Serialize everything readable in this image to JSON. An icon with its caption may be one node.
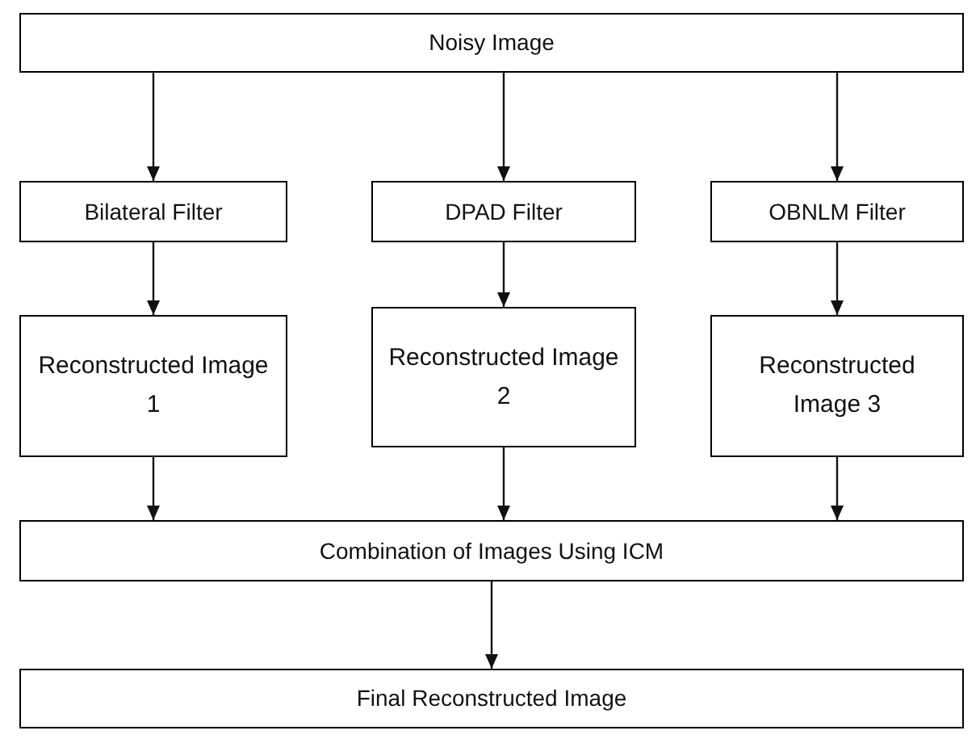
{
  "diagram": {
    "nodes": [
      {
        "text": [
          "Noisy Image"
        ]
      },
      {
        "text": [
          "Bilateral Filter"
        ]
      },
      {
        "text": [
          "DPAD Filter"
        ]
      },
      {
        "text": [
          "OBNLM Filter"
        ]
      },
      {
        "text": [
          "Reconstructed Image 1"
        ]
      },
      {
        "text": [
          "Reconstructed Image 2"
        ]
      },
      {
        "text": [
          "Reconstructed Image 3"
        ]
      },
      {
        "text": [
          "Combination of Images Using ICM"
        ]
      },
      {
        "text": [
          "Final Reconstructed Image"
        ]
      }
    ],
    "edges": [
      {
        "from": 0,
        "to": 1,
        "arrow": "to"
      },
      {
        "from": 0,
        "to": 2,
        "arrow": "to"
      },
      {
        "from": 0,
        "to": 3,
        "arrow": "to"
      },
      {
        "from": 1,
        "to": 4,
        "arrow": "to"
      },
      {
        "from": 2,
        "to": 5,
        "arrow": "to"
      },
      {
        "from": 3,
        "to": 6,
        "arrow": "to"
      },
      {
        "from": 4,
        "to": 7,
        "arrow": "to"
      },
      {
        "from": 5,
        "to": 7,
        "arrow": "to"
      },
      {
        "from": 6,
        "to": 7,
        "arrow": "to"
      },
      {
        "from": 7,
        "to": 8,
        "arrow": "to"
      }
    ]
  }
}
